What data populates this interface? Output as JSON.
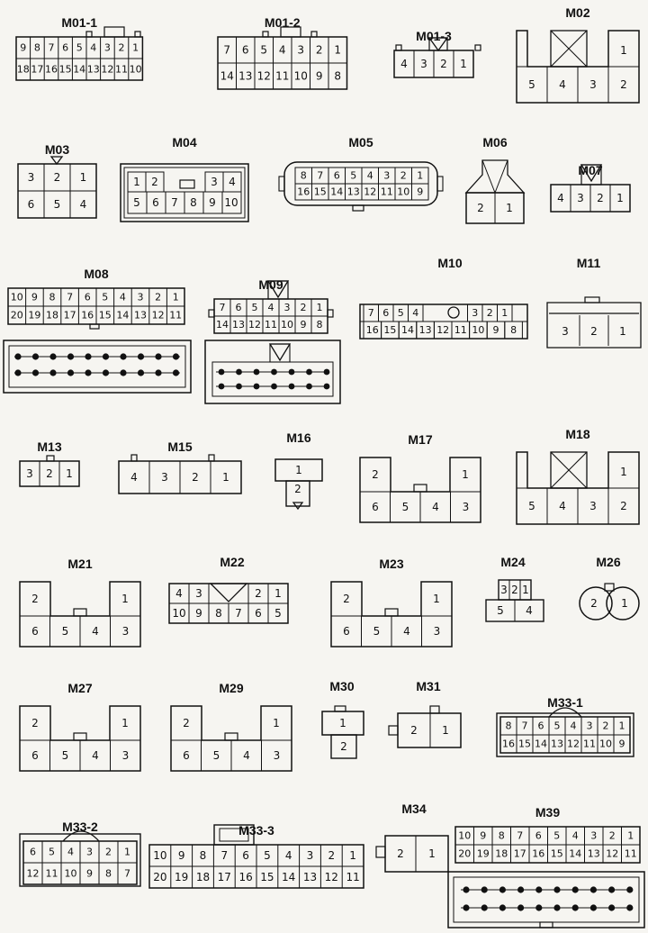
{
  "colors": {
    "ink": "#111111",
    "paper": "#f6f5f1"
  },
  "connectors": [
    {
      "id": "M01-1",
      "rows": [
        [
          "9",
          "8",
          "7",
          "6",
          "5",
          "4",
          "3",
          "2",
          "1"
        ],
        [
          "18",
          "17",
          "16",
          "15",
          "14",
          "13",
          "12",
          "11",
          "10"
        ]
      ]
    },
    {
      "id": "M01-2",
      "rows": [
        [
          "7",
          "6",
          "5",
          "4",
          "3",
          "2",
          "1"
        ],
        [
          "14",
          "13",
          "12",
          "11",
          "10",
          "9",
          "8"
        ]
      ]
    },
    {
      "id": "M01-3",
      "rows": [
        [
          "4",
          "3",
          "2",
          "1"
        ]
      ]
    },
    {
      "id": "M02",
      "rows": [
        [
          "1"
        ],
        [
          "5",
          "4",
          "3",
          "2"
        ]
      ]
    },
    {
      "id": "M03",
      "rows": [
        [
          "3",
          "2",
          "1"
        ],
        [
          "6",
          "5",
          "4"
        ]
      ]
    },
    {
      "id": "M04",
      "rows": [
        [
          "1",
          "2",
          "3",
          "4"
        ],
        [
          "5",
          "6",
          "7",
          "8",
          "9",
          "10"
        ]
      ]
    },
    {
      "id": "M05",
      "rows": [
        [
          "8",
          "7",
          "6",
          "5",
          "4",
          "3",
          "2",
          "1"
        ],
        [
          "16",
          "15",
          "14",
          "13",
          "12",
          "11",
          "10",
          "9"
        ]
      ]
    },
    {
      "id": "M06",
      "rows": [
        [
          "2",
          "1"
        ]
      ]
    },
    {
      "id": "M07",
      "rows": [
        [
          "4",
          "3",
          "2",
          "1"
        ]
      ]
    },
    {
      "id": "M08",
      "rows": [
        [
          "10",
          "9",
          "8",
          "7",
          "6",
          "5",
          "4",
          "3",
          "2",
          "1"
        ],
        [
          "20",
          "19",
          "18",
          "17",
          "16",
          "15",
          "14",
          "13",
          "12",
          "11"
        ]
      ]
    },
    {
      "id": "M09",
      "rows": [
        [
          "7",
          "6",
          "5",
          "4",
          "3",
          "2",
          "1"
        ],
        [
          "14",
          "13",
          "12",
          "11",
          "10",
          "9",
          "8"
        ]
      ]
    },
    {
      "id": "M10",
      "rows": [
        [
          "7",
          "6",
          "5",
          "4",
          "3",
          "2",
          "1"
        ],
        [
          "16",
          "15",
          "14",
          "13",
          "12",
          "11",
          "10",
          "9",
          "8"
        ]
      ]
    },
    {
      "id": "M11",
      "rows": [
        [
          "3",
          "2",
          "1"
        ]
      ]
    },
    {
      "id": "M13",
      "rows": [
        [
          "3",
          "2",
          "1"
        ]
      ]
    },
    {
      "id": "M15",
      "rows": [
        [
          "4",
          "3",
          "2",
          "1"
        ]
      ]
    },
    {
      "id": "M16",
      "rows": [
        [
          "1"
        ],
        [
          "2"
        ]
      ]
    },
    {
      "id": "M17",
      "rows": [
        [
          "2",
          "1"
        ],
        [
          "6",
          "5",
          "4",
          "3"
        ]
      ]
    },
    {
      "id": "M18",
      "rows": [
        [
          "1"
        ],
        [
          "5",
          "4",
          "3",
          "2"
        ]
      ]
    },
    {
      "id": "M21",
      "rows": [
        [
          "2",
          "1"
        ],
        [
          "6",
          "5",
          "4",
          "3"
        ]
      ]
    },
    {
      "id": "M22",
      "rows": [
        [
          "4",
          "3",
          "2",
          "1"
        ],
        [
          "10",
          "9",
          "8",
          "7",
          "6",
          "5"
        ]
      ]
    },
    {
      "id": "M23",
      "rows": [
        [
          "2",
          "1"
        ],
        [
          "6",
          "5",
          "4",
          "3"
        ]
      ]
    },
    {
      "id": "M24",
      "rows": [
        [
          "3",
          "2",
          "1"
        ],
        [
          "5",
          "4"
        ]
      ]
    },
    {
      "id": "M26",
      "rows": [
        [
          "2",
          "1"
        ]
      ]
    },
    {
      "id": "M27",
      "rows": [
        [
          "2",
          "1"
        ],
        [
          "6",
          "5",
          "4",
          "3"
        ]
      ]
    },
    {
      "id": "M29",
      "rows": [
        [
          "2",
          "1"
        ],
        [
          "6",
          "5",
          "4",
          "3"
        ]
      ]
    },
    {
      "id": "M30",
      "rows": [
        [
          "1"
        ],
        [
          "2"
        ]
      ]
    },
    {
      "id": "M31",
      "rows": [
        [
          "2",
          "1"
        ]
      ]
    },
    {
      "id": "M33-1",
      "rows": [
        [
          "8",
          "7",
          "6",
          "5",
          "4",
          "3",
          "2",
          "1"
        ],
        [
          "16",
          "15",
          "14",
          "13",
          "12",
          "11",
          "10",
          "9"
        ]
      ]
    },
    {
      "id": "M33-2",
      "rows": [
        [
          "6",
          "5",
          "4",
          "3",
          "2",
          "1"
        ],
        [
          "12",
          "11",
          "10",
          "9",
          "8",
          "7"
        ]
      ]
    },
    {
      "id": "M33-3",
      "rows": [
        [
          "10",
          "9",
          "8",
          "7",
          "6",
          "5",
          "4",
          "3",
          "2",
          "1"
        ],
        [
          "20",
          "19",
          "18",
          "17",
          "16",
          "15",
          "14",
          "13",
          "12",
          "11"
        ]
      ]
    },
    {
      "id": "M34",
      "rows": [
        [
          "2",
          "1"
        ]
      ]
    },
    {
      "id": "M39",
      "rows": [
        [
          "10",
          "9",
          "8",
          "7",
          "6",
          "5",
          "4",
          "3",
          "2",
          "1"
        ],
        [
          "20",
          "19",
          "18",
          "17",
          "16",
          "15",
          "14",
          "13",
          "12",
          "11"
        ]
      ]
    }
  ]
}
